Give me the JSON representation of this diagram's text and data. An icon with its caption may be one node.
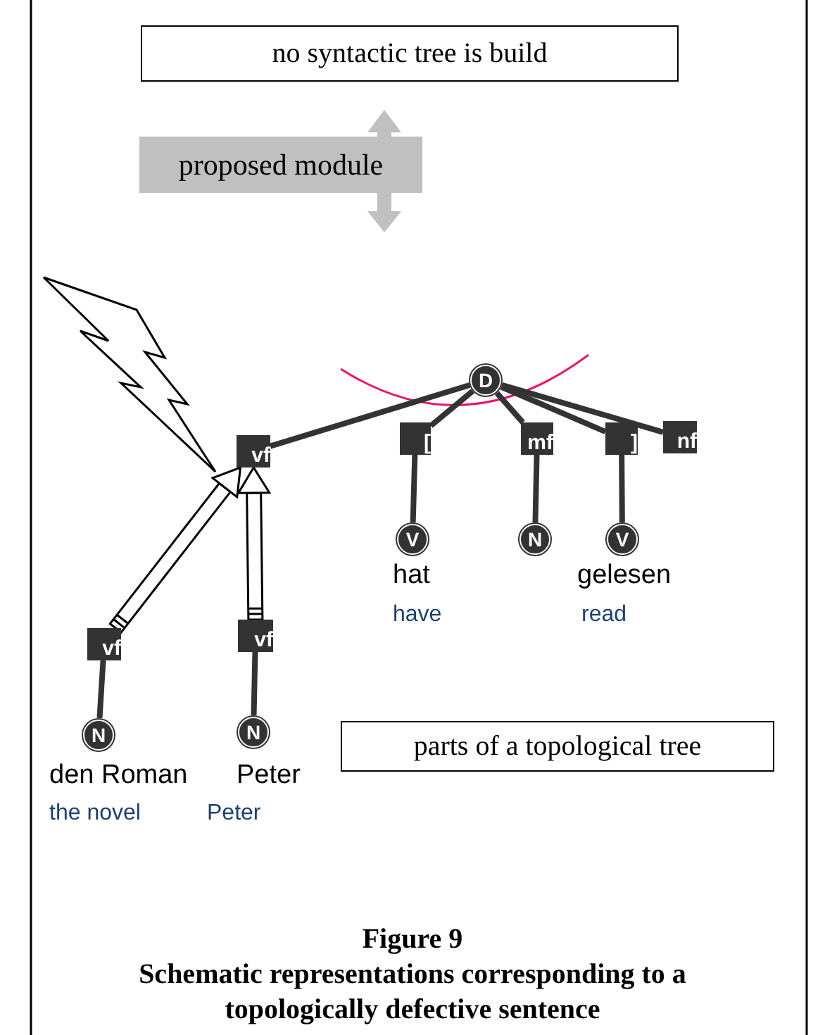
{
  "diagram": {
    "title": "Figure 9",
    "caption": "Schematic representations corresponding to a topologically defective sentence",
    "nodes": [
      {
        "text": [
          "no syntactic tree is build"
        ]
      },
      {
        "text": [
          "proposed module"
        ]
      },
      {
        "text": [
          "D"
        ]
      },
      {
        "text": [
          "vf"
        ]
      },
      {
        "text": [
          "["
        ]
      },
      {
        "text": [
          "mf"
        ]
      },
      {
        "text": [
          "]"
        ]
      },
      {
        "text": [
          "nf"
        ]
      },
      {
        "text": [
          "V"
        ],
        "beside": [
          "hat",
          "have"
        ]
      },
      {
        "text": [
          "N"
        ]
      },
      {
        "text": [
          "V"
        ],
        "beside": [
          "gelesen",
          "read"
        ]
      },
      {
        "text": [
          "vf"
        ]
      },
      {
        "text": [
          "N"
        ],
        "beside": [
          "den Roman",
          "the novel"
        ]
      },
      {
        "text": [
          "vf"
        ]
      },
      {
        "text": [
          "N"
        ],
        "beside": [
          "Peter",
          "Peter"
        ]
      },
      {
        "text": [
          "parts of a topological tree"
        ]
      }
    ],
    "edges": [
      {
        "from": 2,
        "to": 3,
        "arrow": "none"
      },
      {
        "from": 2,
        "to": 4,
        "arrow": "none"
      },
      {
        "from": 2,
        "to": 5,
        "arrow": "none"
      },
      {
        "from": 2,
        "to": 6,
        "arrow": "none"
      },
      {
        "from": 2,
        "to": 7,
        "arrow": "none"
      },
      {
        "from": 4,
        "to": 8,
        "arrow": "none"
      },
      {
        "from": 5,
        "to": 9,
        "arrow": "none"
      },
      {
        "from": 6,
        "to": 10,
        "arrow": "none"
      },
      {
        "from": 11,
        "to": 12,
        "arrow": "none"
      },
      {
        "from": 13,
        "to": 14,
        "arrow": "none"
      },
      {
        "from": 11,
        "to": 3,
        "arrow": "to"
      },
      {
        "from": 13,
        "to": 3,
        "arrow": "to"
      }
    ]
  }
}
